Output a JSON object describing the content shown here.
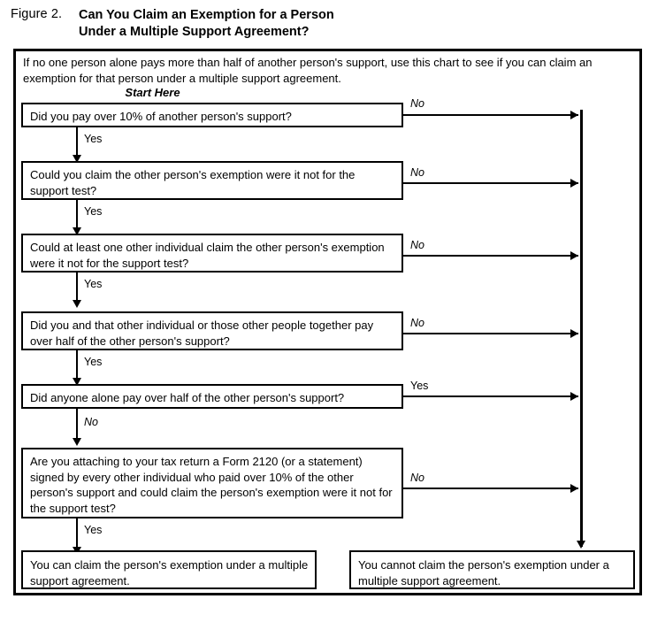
{
  "figure": {
    "label": "Figure 2.",
    "title_line1": "Can You Claim an Exemption for a Person",
    "title_line2": "Under a Multiple Support Agreement?"
  },
  "intro": {
    "text": "If no one person alone pays more than half of another person's support, use this chart to see if you can claim an exemption for that person under a multiple support agreement."
  },
  "start_here": {
    "label": "Start Here"
  },
  "flow": {
    "questions": [
      {
        "id": "q1",
        "text": "Did you pay over 10% of another person's support?",
        "down_label": "Yes",
        "side_label": "No"
      },
      {
        "id": "q2",
        "text": "Could you claim the other person's exemption were it not for the support test?",
        "down_label": "Yes",
        "side_label": "No"
      },
      {
        "id": "q3",
        "text": "Could at least one other individual claim the other person's exemption were it not for the support test?",
        "down_label": "Yes",
        "side_label": "No"
      },
      {
        "id": "q4",
        "text": "Did you and that other individual or those other people together pay over half of the other person's support?",
        "down_label": "Yes",
        "side_label": "No"
      },
      {
        "id": "q5",
        "text": "Did anyone alone pay over half of the other person's support?",
        "down_label": "No",
        "side_label": "Yes"
      },
      {
        "id": "q6",
        "text": "Are you attaching to your tax return a Form 2120 (or a statement) signed by every other individual who paid over 10% of the other person's support and could claim the person's exemption were it not for the support test?",
        "down_label": "Yes",
        "side_label": "No"
      }
    ],
    "outcomes": [
      {
        "id": "outcome-yes",
        "text": "You can claim the person's exemption under a multiple support agreement."
      },
      {
        "id": "outcome-no",
        "text": "You cannot claim the person's exemption under a multiple support agreement."
      }
    ]
  },
  "colors": {
    "ink": "#000000",
    "paper": "#ffffff"
  }
}
